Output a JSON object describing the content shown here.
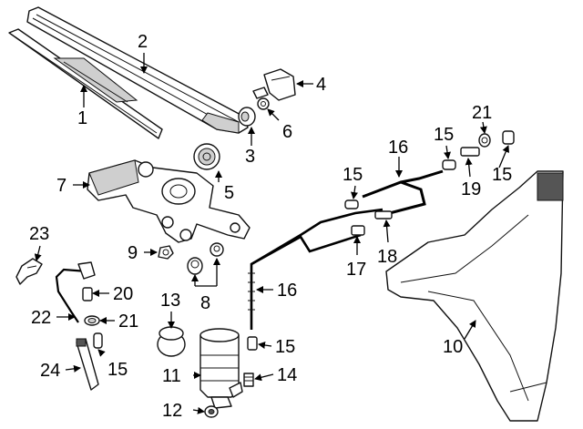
{
  "callouts": {
    "c1": "1",
    "c2": "2",
    "c3": "3",
    "c4": "4",
    "c5": "5",
    "c6": "6",
    "c7": "7",
    "c8": "8",
    "c9": "9",
    "c10": "10",
    "c11": "11",
    "c12": "12",
    "c13": "13",
    "c14": "14",
    "c15a": "15",
    "c15b": "15",
    "c15c": "15",
    "c15d": "15",
    "c15e": "15",
    "c16a": "16",
    "c16b": "16",
    "c17": "17",
    "c18": "18",
    "c19": "19",
    "c20": "20",
    "c21a": "21",
    "c21b": "21",
    "c22": "22",
    "c23": "23",
    "c24": "24"
  }
}
